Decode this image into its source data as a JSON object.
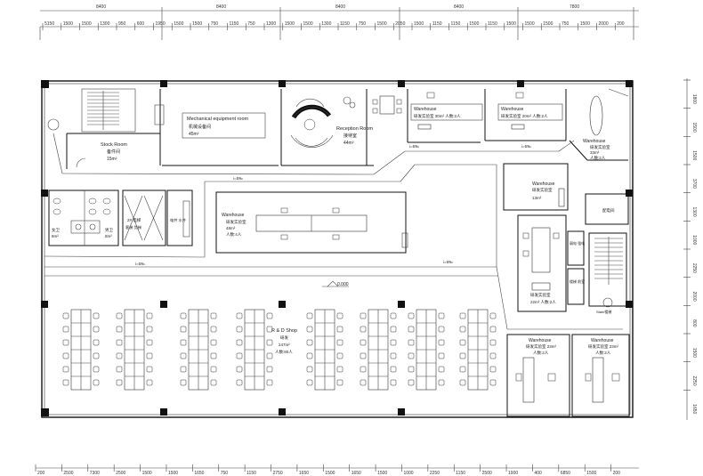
{
  "top_dims": {
    "major": [
      "8400",
      "8400",
      "8400",
      "8400",
      "7800"
    ],
    "minor": [
      "5150",
      "1500",
      "1500",
      "1300",
      "950",
      "600",
      "1950",
      "1500",
      "1500",
      "750",
      "1150",
      "750",
      "1300",
      "1500",
      "1500",
      "1300",
      "1150",
      "750",
      "1500",
      "2050",
      "1500",
      "1150",
      "1150",
      "1500",
      "1150",
      "1500",
      "1500",
      "1500",
      "750",
      "1500",
      "2000",
      "200"
    ]
  },
  "bottom_dims": [
    "200",
    "2500",
    "7300",
    "2500",
    "1500",
    "1500",
    "1650",
    "750",
    "1150",
    "2750",
    "1650",
    "1500",
    "1650",
    "1500",
    "1000",
    "2250",
    "1150",
    "2500",
    "1900",
    "400",
    "6850",
    "1500",
    "200"
  ],
  "right_dims": [
    "1800",
    "1500",
    "1500",
    "3700",
    "1300",
    "1000",
    "2250",
    "2000",
    "800",
    "1500",
    "2250",
    "1650"
  ],
  "rooms": {
    "mechanical": {
      "en": "Mechanical equipment room",
      "cn": "机械设备间",
      "area": "45m²"
    },
    "stock": {
      "en": "Stock Room",
      "cn": "备件间",
      "area": "15m²"
    },
    "reception": {
      "en": "Reception Room",
      "cn": "接待室",
      "area": "44m²"
    },
    "wh_top1": {
      "en": "Warehouse",
      "cn": "研发实验室 30m²  人数:2人"
    },
    "wh_top2": {
      "en": "Warehouse",
      "cn": "研发实验室 20m²  人数:2人"
    },
    "wh_right_top": {
      "en": "Warehouse",
      "cn": "研发实验室",
      "area": "33m²",
      "people": "人数:2人"
    },
    "wh_right_mid": {
      "en": "Warehouse",
      "cn": "研发实验室",
      "area": "13m²"
    },
    "wh_right_22": {
      "cn": "研发实验室",
      "area": "22m²  人数:2人"
    },
    "wh_bottom1": {
      "en": "Warehouse",
      "cn": "研发实验室 23m²",
      "people": "人数:2人"
    },
    "wh_bottom2": {
      "en": "Warehouse",
      "cn": "研发实验室 23m²",
      "people": "人数:2人"
    },
    "wh_mid": {
      "en": "Warehouse",
      "cn": "研发实验室",
      "area": "48m²",
      "people": "人数:4人"
    },
    "rd_shop": {
      "en": "R & D Shop",
      "cn": "研发",
      "area": "247m²",
      "people": "人数:80人"
    },
    "men": {
      "cn": "男卫",
      "area": "8m²"
    },
    "women": {
      "cn": "女卫",
      "area": "8m²"
    },
    "elevator": {
      "cn": "2# 电梯",
      "sub": "客梯  货梯"
    },
    "shaft": {
      "cn": "电井  水井"
    },
    "small_room": {
      "cn": "配电间"
    },
    "ctrl_a": {
      "cn": "弱电 强电"
    },
    "ctrl_b": {
      "cn": "楼梯 前室"
    },
    "stair_label": {
      "cn": "Stair/楼梯"
    }
  },
  "slopes": [
    "i=5‰",
    "i=5‰",
    "i=5‰",
    "i=5‰",
    "i=5‰"
  ],
  "level_mark": "0.000"
}
